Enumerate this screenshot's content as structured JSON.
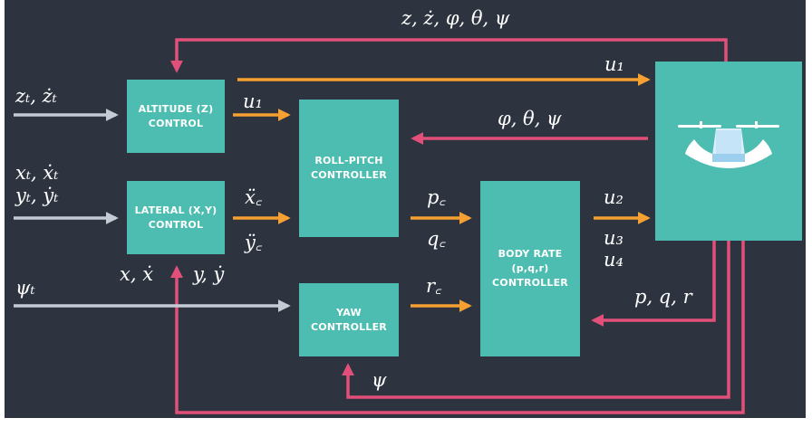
{
  "colors": {
    "background": "#2d3440",
    "block": "#4cbdb0",
    "feedback": "#e2507a",
    "command": "#f5a031",
    "input": "#c4cbd4",
    "text": "#ffffff"
  },
  "blocks": {
    "altitude": {
      "line1": "ALTITUDE (Z)",
      "line2": "CONTROL"
    },
    "lateral": {
      "line1": "LATERAL (X,Y)",
      "line2": "CONTROL"
    },
    "roll_pitch": {
      "line1": "ROLL-PITCH",
      "line2": "CONTROLLER"
    },
    "yaw": {
      "line1": "YAW",
      "line2": "CONTROLLER"
    },
    "body_rate": {
      "line1": "BODY RATE",
      "line2": "(p,q,r)",
      "line3": "CONTROLLER"
    }
  },
  "signals": {
    "full_state": "z, ż, φ, θ, ψ",
    "u1_top": "u₁",
    "u1_left": "u₁",
    "attitude": "φ, θ, ψ",
    "z_target": "zₜ, żₜ",
    "x_target": "xₜ, ẋₜ",
    "y_target": "yₜ, ẏₜ",
    "xc_ddot": "ẍ꜀",
    "yc_ddot": "ÿ꜀",
    "pc": "p꜀",
    "qc": "q꜀",
    "u2": "u₂",
    "u3": "u₃",
    "u4": "u₄",
    "psi_target": "ψₜ",
    "x_state": "x, ẋ",
    "y_state": "y, ẏ",
    "rc": "r꜀",
    "body_rates": "p, q, r",
    "psi_feedback": "ψ"
  },
  "icons": {
    "vehicle": "drone-icon"
  }
}
